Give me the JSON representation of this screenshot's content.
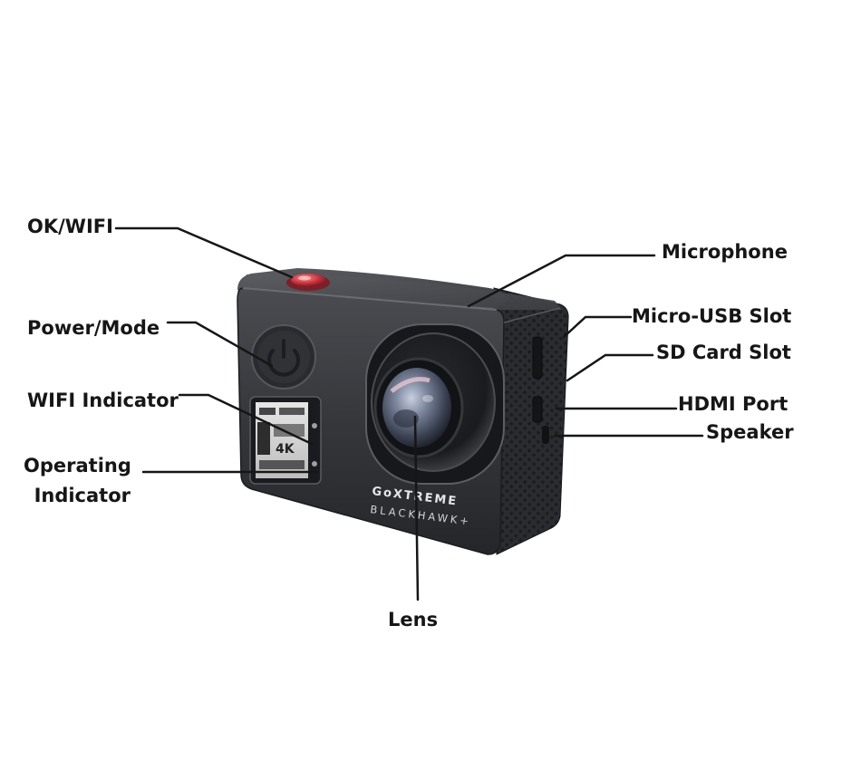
{
  "labels": {
    "ok_wifi": "OK/WIFI",
    "power_mode": "Power/Mode",
    "wifi_indicator": "WIFI Indicator",
    "operating_indicator": "Operating\nIndicator",
    "microphone": "Microphone",
    "micro_usb_slot": "Micro-USB  Slot",
    "sd_card_slot": "SD Card Slot",
    "hdmi_port": "HDMI Port",
    "speaker": "Speaker",
    "lens": "Lens"
  },
  "camera": {
    "brand": "GoXTREME",
    "model": "BLACKHAWK+",
    "screen_badge": "4K"
  },
  "colors": {
    "body": "#3a3c40",
    "body_dark": "#232427",
    "button_red": "#c8303c",
    "leader_line": "#161616"
  }
}
